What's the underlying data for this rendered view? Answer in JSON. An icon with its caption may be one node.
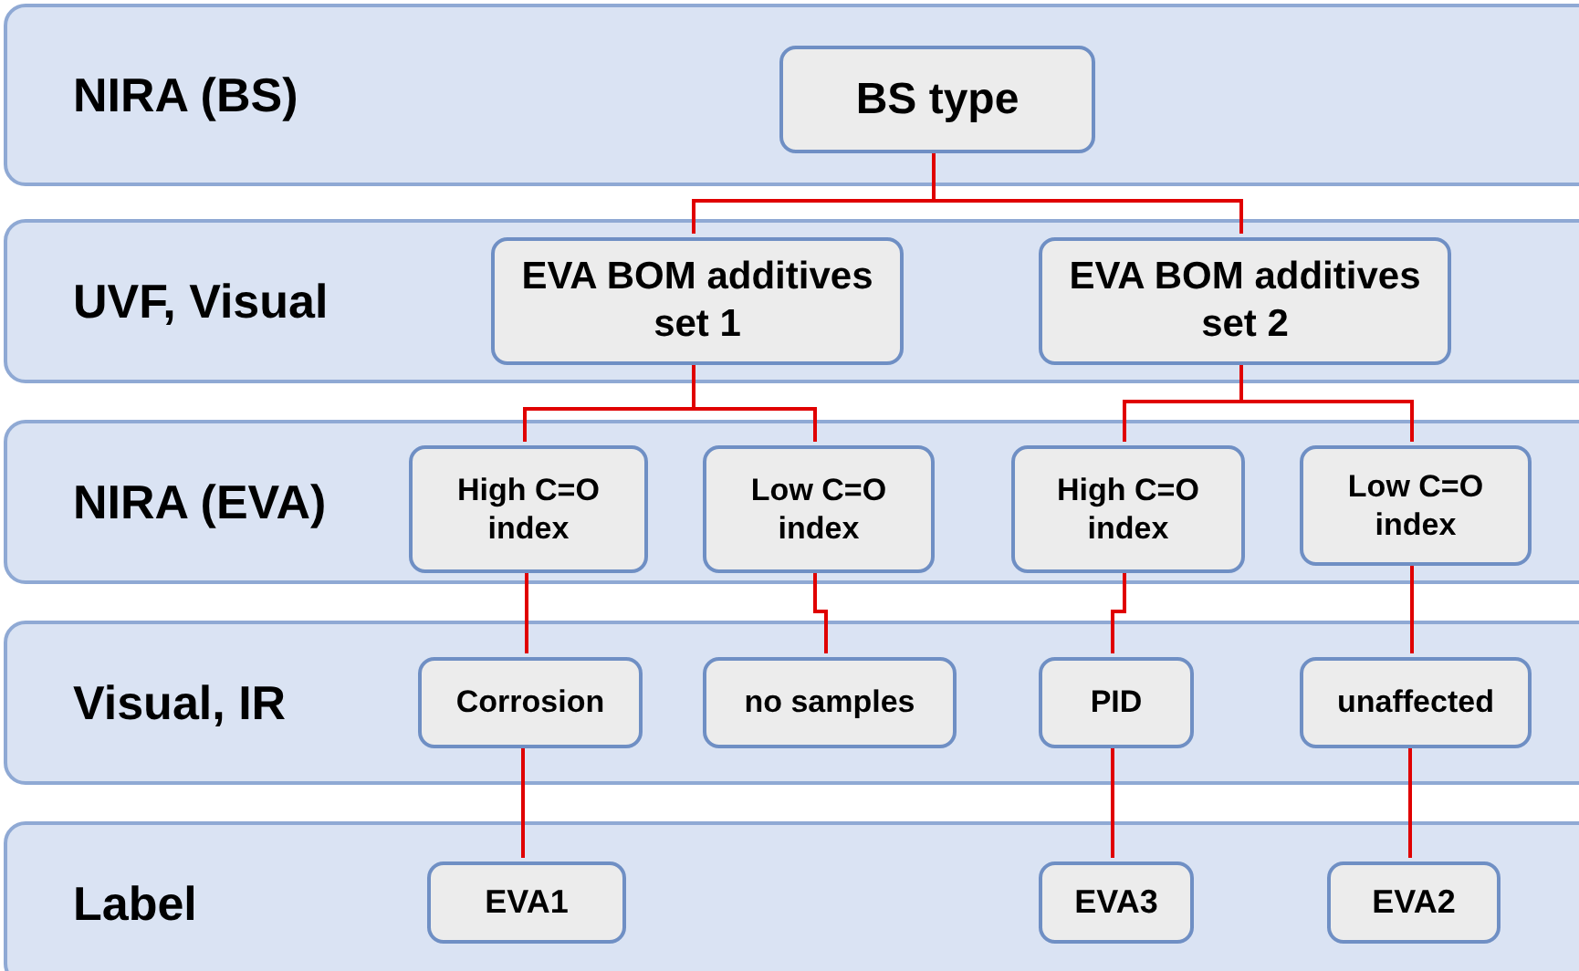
{
  "diagram": {
    "nodes": [
      {
        "text": [
          "NIRA (BS)"
        ]
      },
      {
        "text": [
          "BS type"
        ],
        "in": 0
      },
      {
        "text": [
          "UVF, Visual"
        ]
      },
      {
        "text": [
          "EVA BOM additives set 1"
        ],
        "in": 2
      },
      {
        "text": [
          "EVA BOM additives set 2"
        ],
        "in": 2
      },
      {
        "text": [
          "NIRA (EVA)"
        ]
      },
      {
        "text": [
          "High C=O index"
        ],
        "in": 5
      },
      {
        "text": [
          "Low C=O index"
        ],
        "in": 5
      },
      {
        "text": [
          "High C=O index"
        ],
        "in": 5
      },
      {
        "text": [
          "Low C=O index"
        ],
        "in": 5
      },
      {
        "text": [
          "Visual, IR"
        ]
      },
      {
        "text": [
          "Corrosion"
        ],
        "in": 10
      },
      {
        "text": [
          "no samples"
        ],
        "in": 10
      },
      {
        "text": [
          "PID"
        ],
        "in": 10
      },
      {
        "text": [
          "unaffected"
        ],
        "in": 10
      },
      {
        "text": [
          "Label"
        ]
      },
      {
        "text": [
          "EVA1"
        ],
        "in": 15
      },
      {
        "text": [
          "EVA3"
        ],
        "in": 15
      },
      {
        "text": [
          "EVA2"
        ],
        "in": 15
      }
    ],
    "edges": [
      {
        "from": 1,
        "to": 3,
        "arrow": "none"
      },
      {
        "from": 1,
        "to": 4,
        "arrow": "none"
      },
      {
        "from": 3,
        "to": 6,
        "arrow": "none"
      },
      {
        "from": 3,
        "to": 7,
        "arrow": "none"
      },
      {
        "from": 4,
        "to": 8,
        "arrow": "none"
      },
      {
        "from": 4,
        "to": 9,
        "arrow": "none"
      },
      {
        "from": 6,
        "to": 11,
        "arrow": "none"
      },
      {
        "from": 7,
        "to": 12,
        "arrow": "none"
      },
      {
        "from": 8,
        "to": 13,
        "arrow": "none"
      },
      {
        "from": 9,
        "to": 14,
        "arrow": "none"
      },
      {
        "from": 11,
        "to": 16,
        "arrow": "none"
      },
      {
        "from": 13,
        "to": 17,
        "arrow": "none"
      },
      {
        "from": 14,
        "to": 18,
        "arrow": "none"
      }
    ]
  }
}
